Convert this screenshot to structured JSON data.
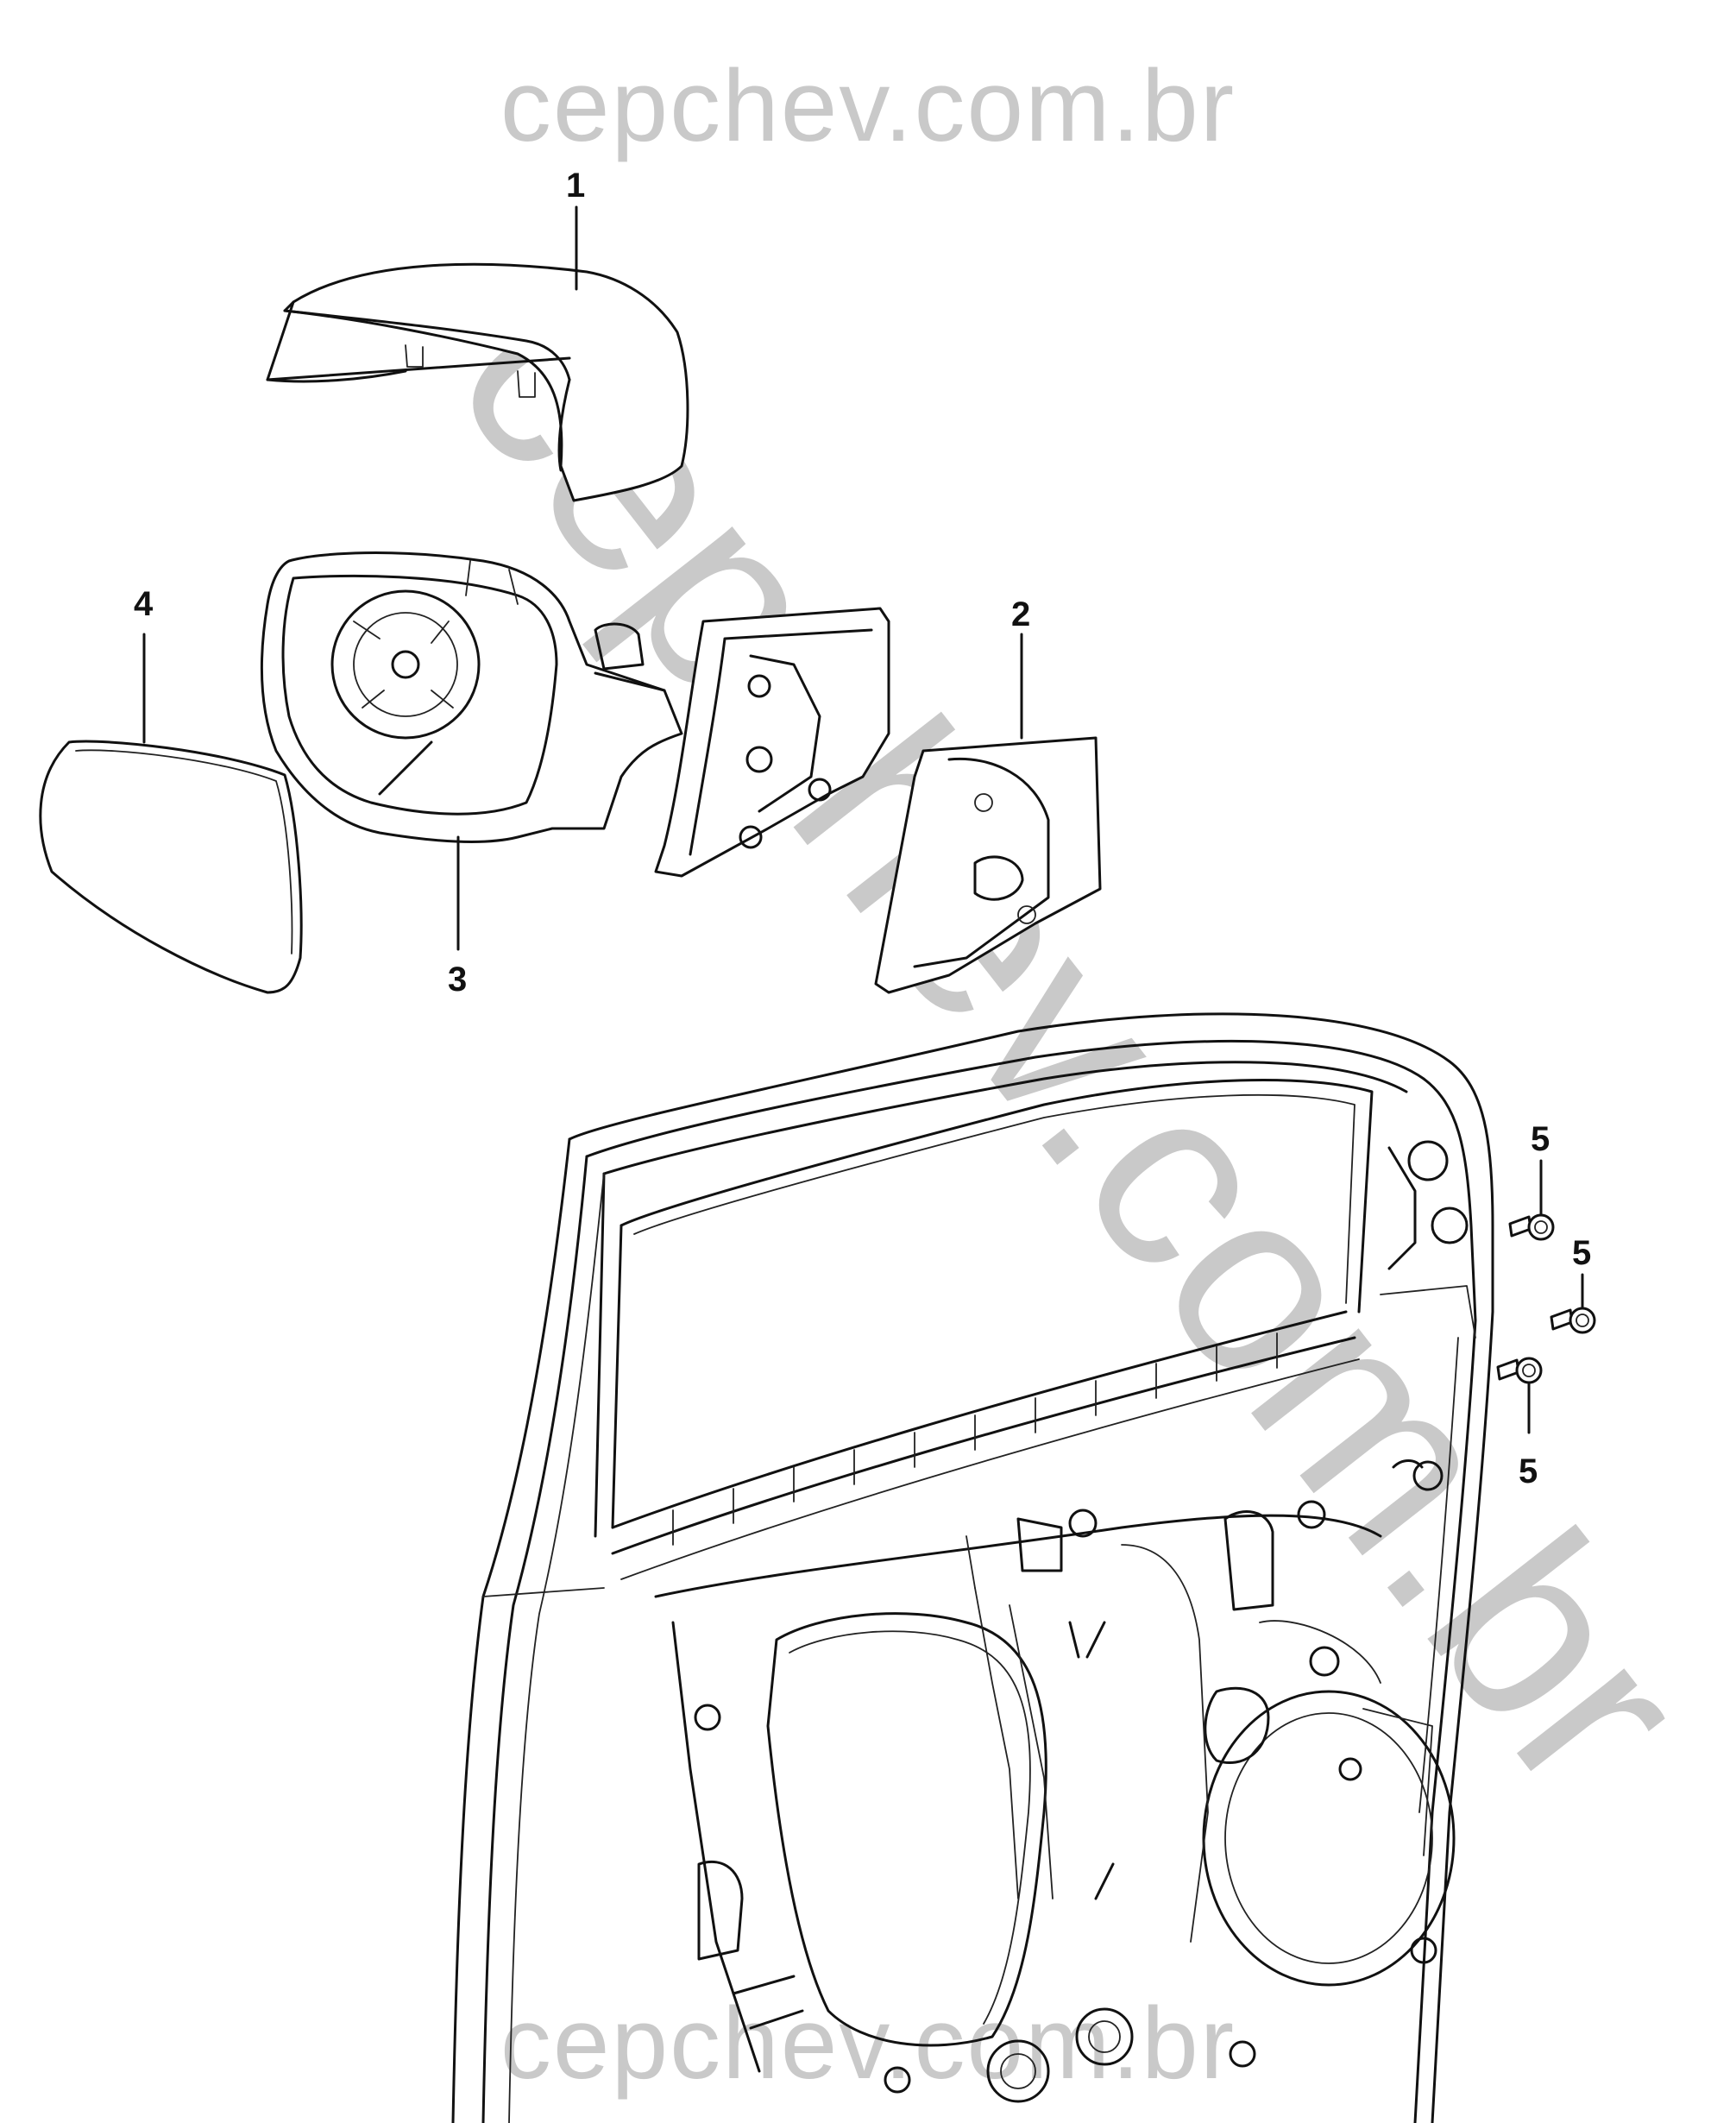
{
  "watermarks": {
    "top": "cepchev.com.br",
    "diagonal": "cepchev.com.br",
    "bottom": "cepchev.com.br"
  },
  "callouts": {
    "c1": "1",
    "c2": "2",
    "c3": "3",
    "c4": "4",
    "c5a": "5",
    "c5b": "5",
    "c5c": "5"
  }
}
